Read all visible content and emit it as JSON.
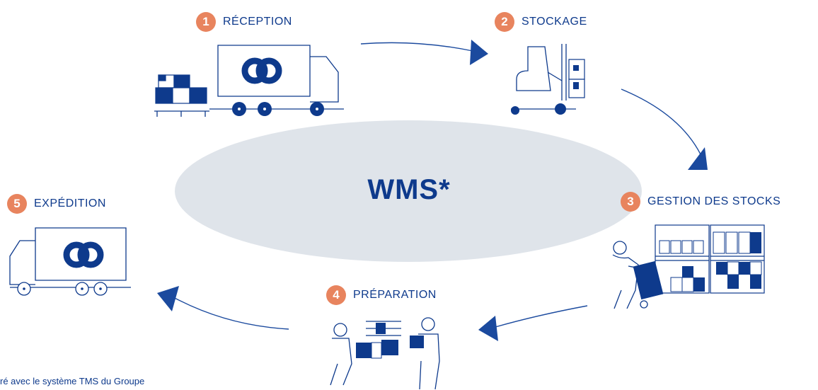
{
  "center": {
    "title": "WMS*"
  },
  "steps": [
    {
      "number": "1",
      "label": "RÉCEPTION"
    },
    {
      "number": "2",
      "label": "STOCKAGE"
    },
    {
      "number": "3",
      "label": "GESTION DES STOCKS"
    },
    {
      "number": "4",
      "label": "PRÉPARATION"
    },
    {
      "number": "5",
      "label": "EXPÉDITION"
    }
  ],
  "footnote": "ré avec le système TMS du Groupe",
  "colors": {
    "navy": "#0e3a8c",
    "badge": "#e8845e",
    "ellipse": "#dfe4ea",
    "blue": "#1b4a9e"
  }
}
